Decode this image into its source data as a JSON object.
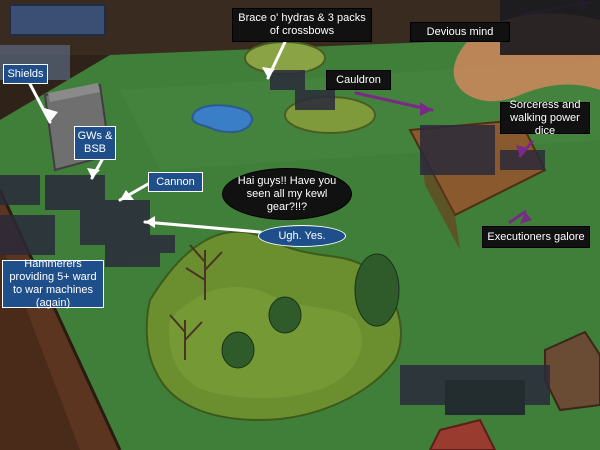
{
  "labels": {
    "brace": "Brace o' hydras & 3 packs of crossbows",
    "devious": "Devious mind",
    "shields": "Shields",
    "cauldron": "Cauldron",
    "sorceress": "Sorceress and walking power dice",
    "gws": "GWs & BSB",
    "cannon": "Cannon",
    "hai": "Hai guys!! Have you seen all my kewl gear?!!?",
    "ugh": "Ugh. Yes.",
    "executioners": "Executioners galore",
    "hammerers": "Hammerers providing 5+ ward to war machines (again)"
  },
  "colors": {
    "table_green": "#3f7f3a",
    "callout_black": "#111111",
    "callout_blue": "#1f4f8a",
    "arrow_purple": "#7a2a86",
    "arrow_white": "#ffffff"
  }
}
